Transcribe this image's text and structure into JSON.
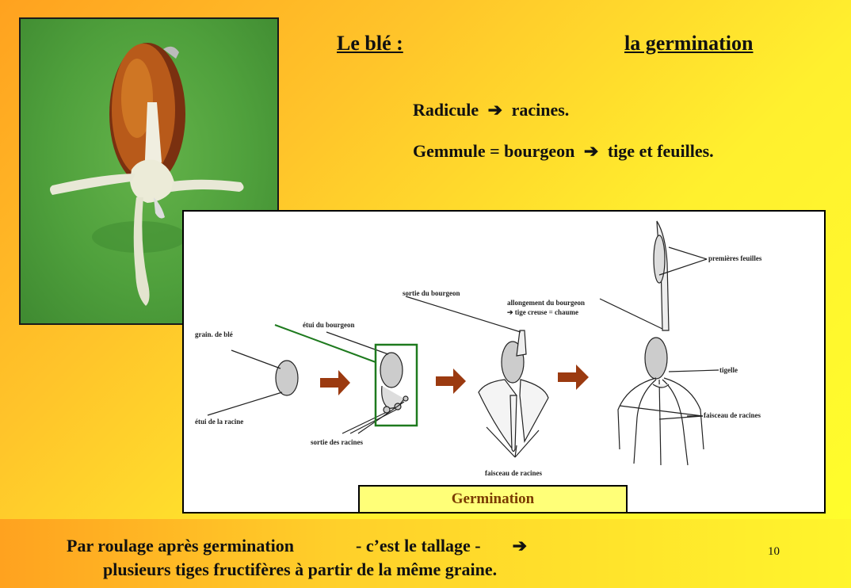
{
  "title_left": "Le blé :",
  "title_right": "la germination",
  "points": [
    {
      "left": "Radicule",
      "arrow": "➔",
      "right": "racines."
    },
    {
      "left": "Gemmule = bourgeon",
      "arrow": "➔",
      "right": "tige et feuilles."
    }
  ],
  "diagram": {
    "caption": "Germination",
    "labels": {
      "grain": "grain. de blé",
      "etui_racine": "étui de la racine",
      "etui_bourgeon": "étui du bourgeon",
      "sortie_racines": "sortie des racines",
      "sortie_bourgeon": "sortie du bourgeon",
      "allongement": "allongement du bourgeon",
      "tige_creuse": "➔ tige creuse = chaume",
      "premieres_feuilles": "premières feuilles",
      "tigelle": "tigelle",
      "faisceau_right": "faisceau de racines",
      "faisceau_bottom": "faisceau de racines"
    }
  },
  "bottom": {
    "line1_left": "Par roulage après germination",
    "line1_mid": "- c’est le tallage -",
    "line1_arrow": "➔",
    "line2": "plusieurs tiges fructifères à partir de la même graine."
  },
  "page_number": "10",
  "colors": {
    "arrow_brown": "#9b3a10",
    "highlight_green": "#1e7a1e",
    "caption_bg": "#ffff78"
  }
}
